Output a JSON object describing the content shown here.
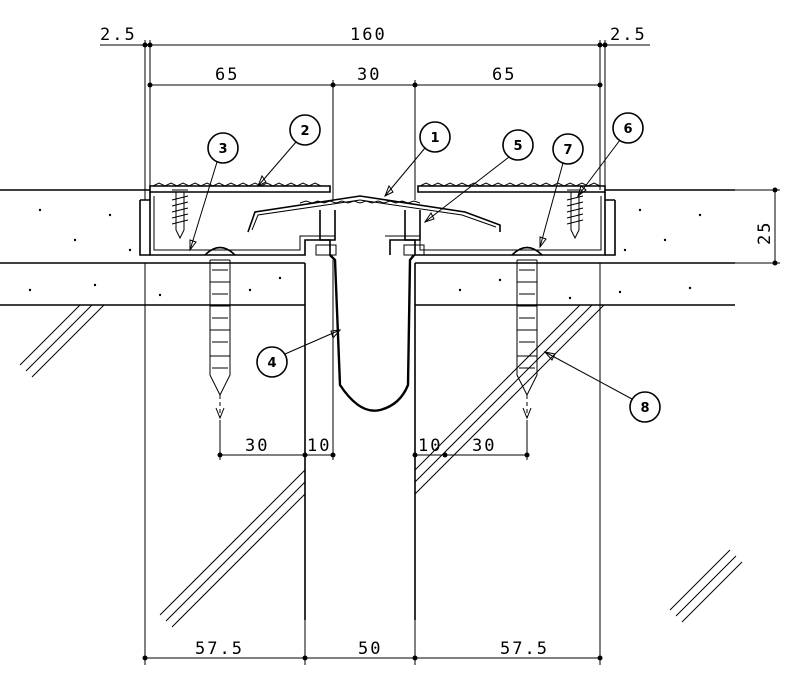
{
  "dimensions": {
    "top_left_edge": "2.5",
    "top_total": "160",
    "top_right_edge": "2.5",
    "mid_left": "65",
    "mid_center": "30",
    "mid_right": "65",
    "height_right": "25",
    "lower_left_30": "30",
    "lower_left_10": "10",
    "lower_right_10": "10",
    "lower_right_30": "30",
    "bottom_left": "57.5",
    "bottom_center": "50",
    "bottom_right": "57.5"
  },
  "callouts": [
    "1",
    "2",
    "3",
    "4",
    "5",
    "6",
    "7",
    "8"
  ]
}
